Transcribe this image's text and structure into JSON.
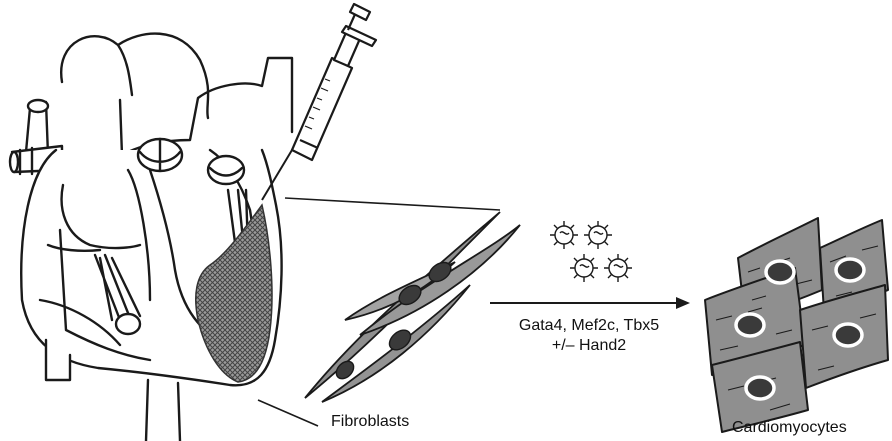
{
  "labels": {
    "factors_line1": "Gata4, Mef2c, Tbx5",
    "factors_line2": "+/– Hand2",
    "fibroblasts": "Fibroblasts",
    "cardiomyocytes": "Cardiomyocytes"
  },
  "icons": [
    "heart-illustration",
    "syringe-icon",
    "virus-icon",
    "fibroblast-cell",
    "cardiomyocyte-cell"
  ],
  "colors": {
    "line": "#1a1a1a",
    "cell_fill": "#8f8f8f",
    "nucleus": "#3a3a3a",
    "scar": "#6b6b6b"
  }
}
